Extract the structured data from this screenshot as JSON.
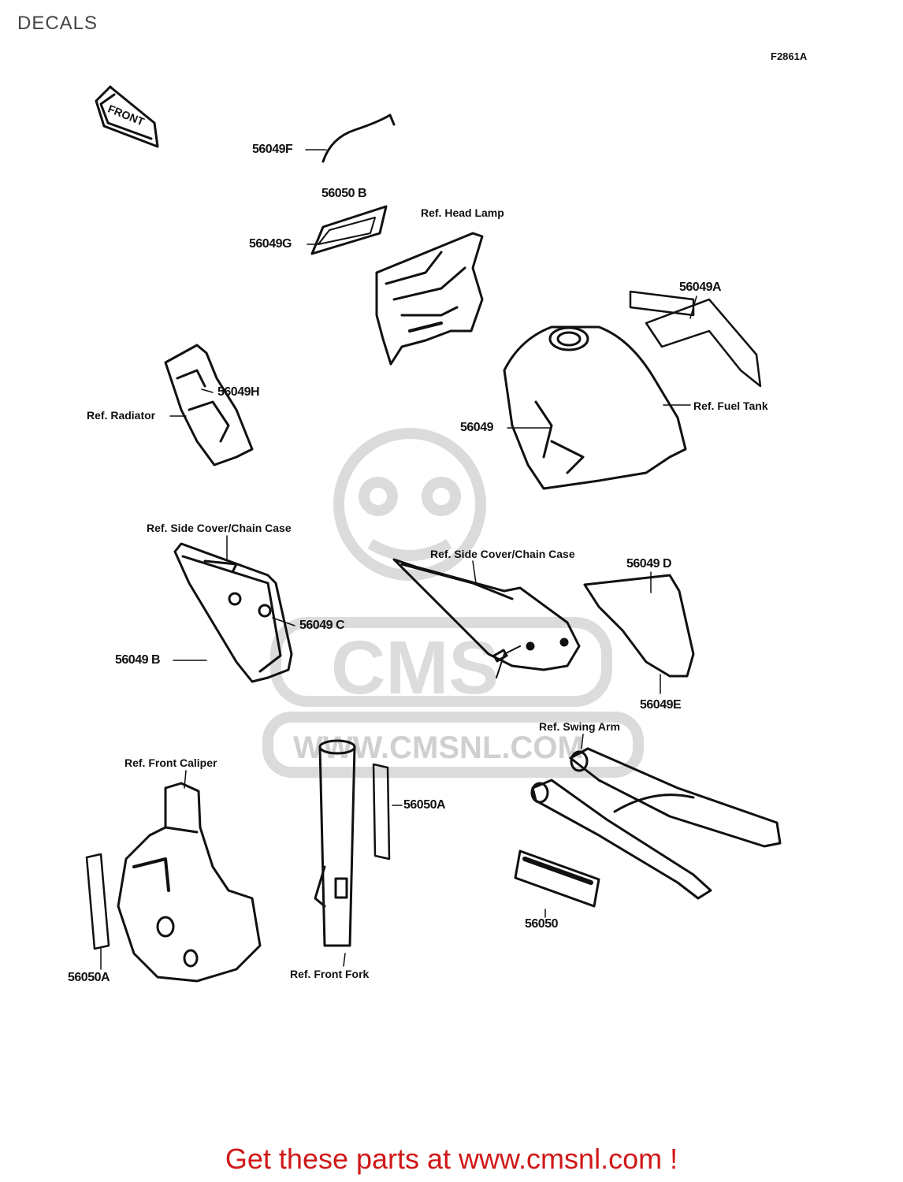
{
  "header": {
    "title": "DECALS",
    "figure_code": "F2861A"
  },
  "watermark": {
    "brand": "CMS",
    "url": "WWW.CMSNL.COM",
    "color": "#d8d8d8"
  },
  "callouts": {
    "p56049F": "56049F",
    "p56050B": "56050 B",
    "p56049G": "56049G",
    "p56049A": "56049A",
    "p56049H": "56049H",
    "p56049": "56049",
    "p56049B": "56049 B",
    "p56049C": "56049 C",
    "p56049D": "56049 D",
    "p56049E": "56049E",
    "p56050A_fork": "56050A",
    "p56050A_caliper": "56050A",
    "p56050": "56050"
  },
  "references": {
    "head_lamp": "Ref. Head Lamp",
    "fuel_tank": "Ref. Fuel Tank",
    "radiator": "Ref. Radiator",
    "side_cover_left": "Ref. Side Cover/Chain Case",
    "side_cover_right": "Ref. Side Cover/Chain Case",
    "swing_arm": "Ref. Swing Arm",
    "front_caliper": "Ref. Front Caliper",
    "front_fork": "Ref. Front Fork"
  },
  "front_arrow": {
    "label": "FRONT"
  },
  "footer": {
    "cta": "Get these parts at www.cmsnl.com !",
    "cta_color": "#d01818"
  }
}
